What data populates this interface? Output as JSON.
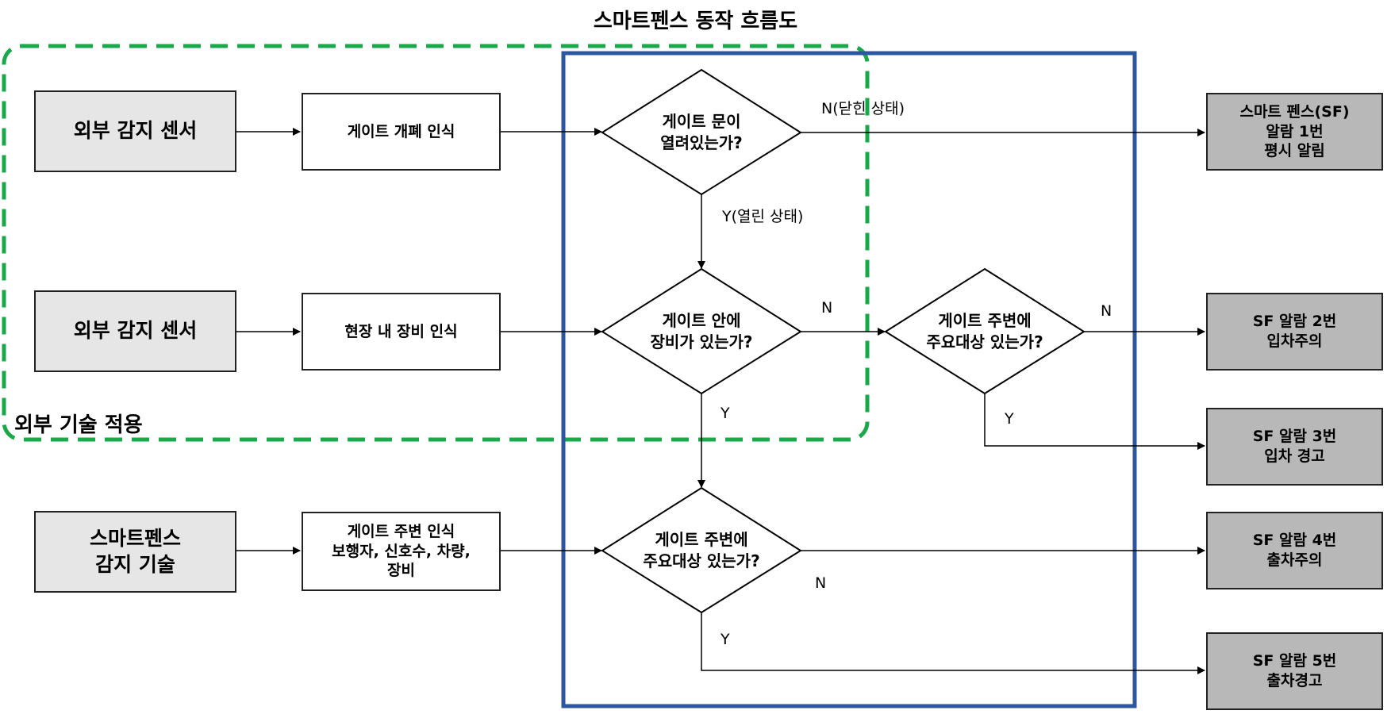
{
  "title": "스마트펜스 동작 흐름도",
  "region_label": "외부 기술 적용",
  "sensors": [
    "외부 감지 센서",
    "외부 감지 센서",
    "스마트펜스\n감지 기술"
  ],
  "processes": [
    "게이트 개폐 인식",
    "현장 내 장비 인식",
    "게이트 주변 인식\n보행자, 신호수, 차량,\n장비"
  ],
  "decisions": [
    "게이트 문이\n열려있는가?",
    "게이트 안에\n장비가 있는가?",
    "게이트 주변에\n주요대상 있는가?",
    "게이트 주변에\n주요대상 있는가?"
  ],
  "alarms": [
    "스마트 펜스(SF)\n알람 1번\n평시 알림",
    "SF 알람 2번\n입차주의",
    "SF 알람 3번\n입차 경고",
    "SF 알람 4번\n출차주의",
    "SF 알람 5번\n출차경고"
  ],
  "edge_labels": {
    "d1_no": "N(닫힌 상태)",
    "d1_yes": "Y(열린 상태)",
    "d2_no": "N",
    "d2_yes": "Y",
    "d3_no": "N",
    "d3_yes": "Y",
    "d4_no": "N",
    "d4_yes": "Y"
  },
  "colors": {
    "green_region": "#1aa84a",
    "blue_region": "#2c579e",
    "sensor_fill": "#e6e6e6",
    "alarm_fill": "#b8b8b8"
  }
}
